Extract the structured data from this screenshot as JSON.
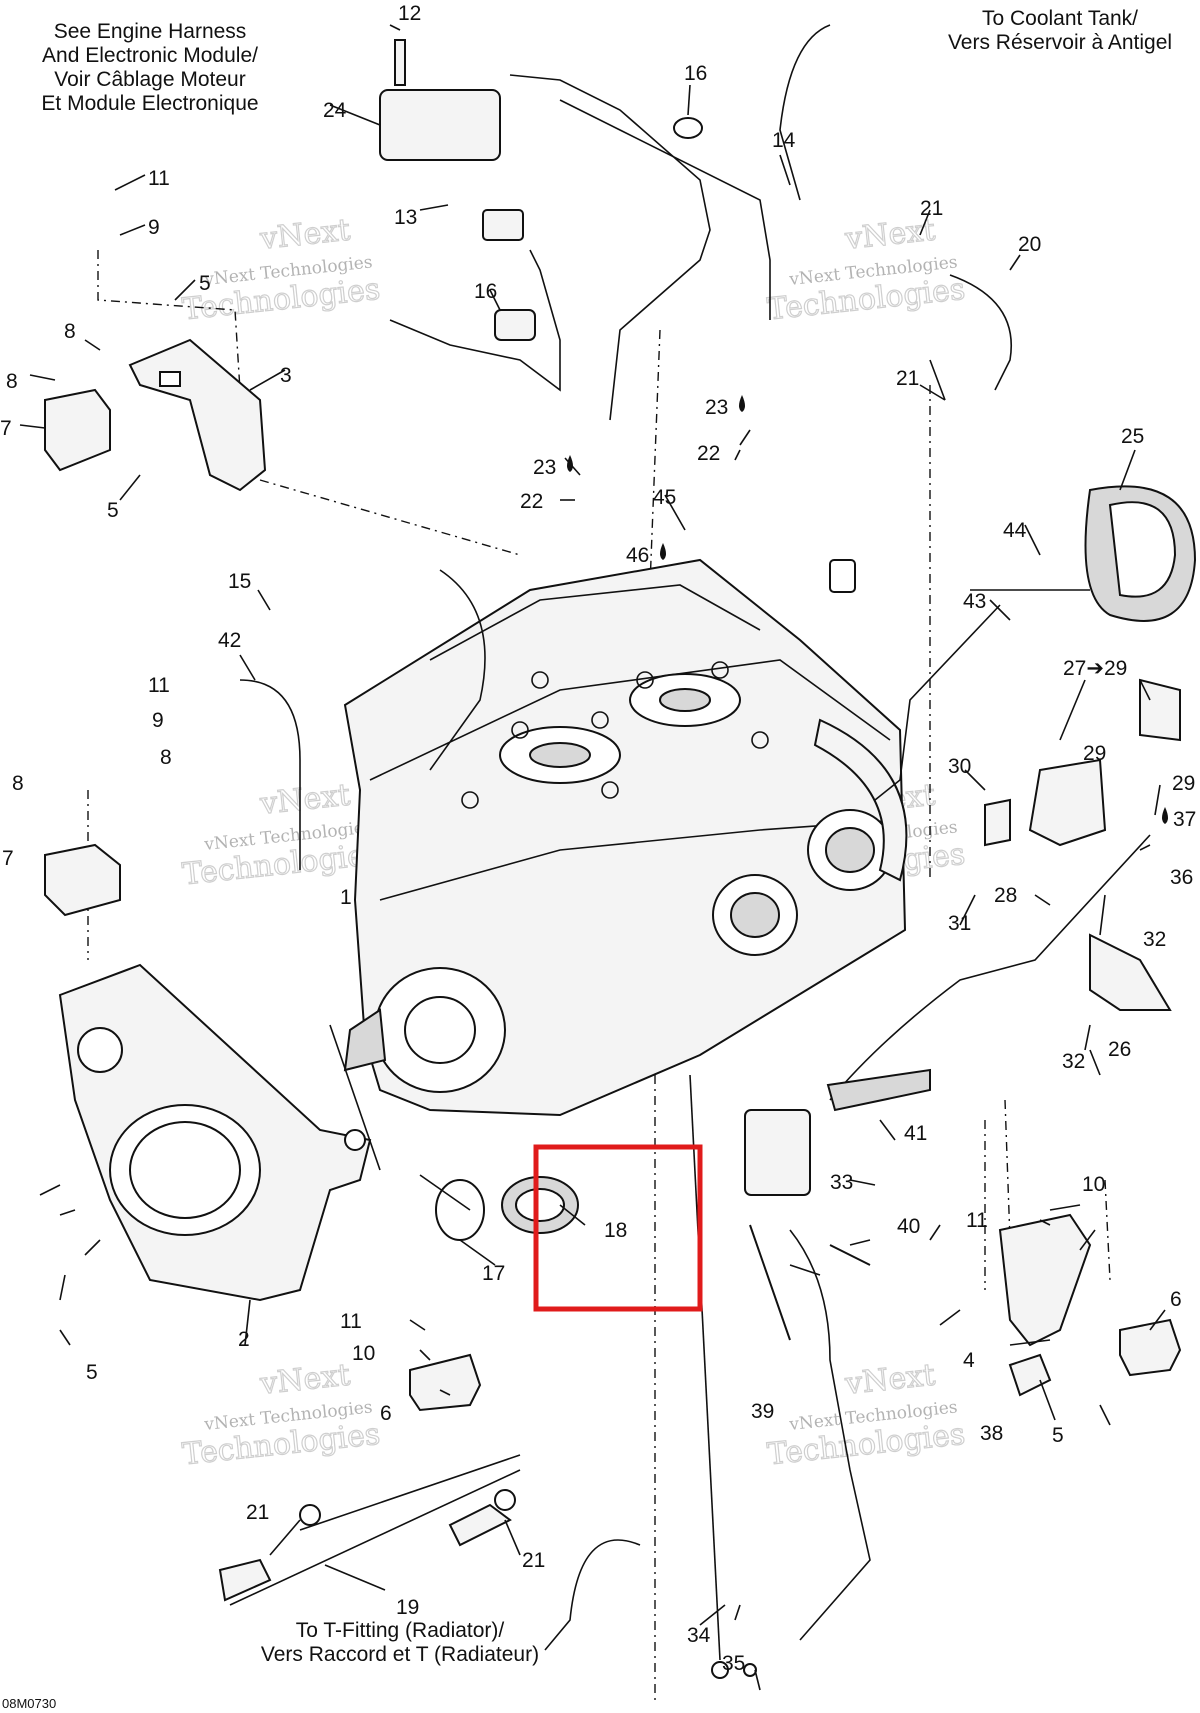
{
  "notes": {
    "harness": [
      "See Engine Harness",
      "And Electronic Module/",
      "Voir Câblage Moteur",
      "Et Module Electronique"
    ],
    "coolant": [
      "To Coolant Tank/",
      "Vers Réservoir à Antigel"
    ],
    "radiator": [
      "To T-Fitting (Radiator)/",
      "Vers Raccord et T (Radiateur)"
    ]
  },
  "watermark": {
    "line1": "vNext Technologies",
    "line2": "Technologies",
    "line3": "vNext"
  },
  "figure_code": "08M0730",
  "highlight_color": "#e01b1b",
  "callouts": [
    "12",
    "24",
    "16",
    "14",
    "13",
    "11",
    "9",
    "5",
    "8",
    "8",
    "7",
    "3",
    "5",
    "16",
    "21",
    "20",
    "21",
    "23",
    "23",
    "22",
    "22",
    "45",
    "46",
    "15",
    "42",
    "25",
    "44",
    "43",
    "27➔29",
    "29",
    "29",
    "30",
    "37",
    "11",
    "9",
    "8",
    "8",
    "7",
    "1",
    "31",
    "28",
    "36",
    "32",
    "32",
    "26",
    "41",
    "33",
    "10",
    "11",
    "40",
    "18",
    "17",
    "6",
    "4",
    "2",
    "5",
    "11",
    "10",
    "6",
    "39",
    "38",
    "5",
    "21",
    "21",
    "19",
    "34",
    "35"
  ]
}
